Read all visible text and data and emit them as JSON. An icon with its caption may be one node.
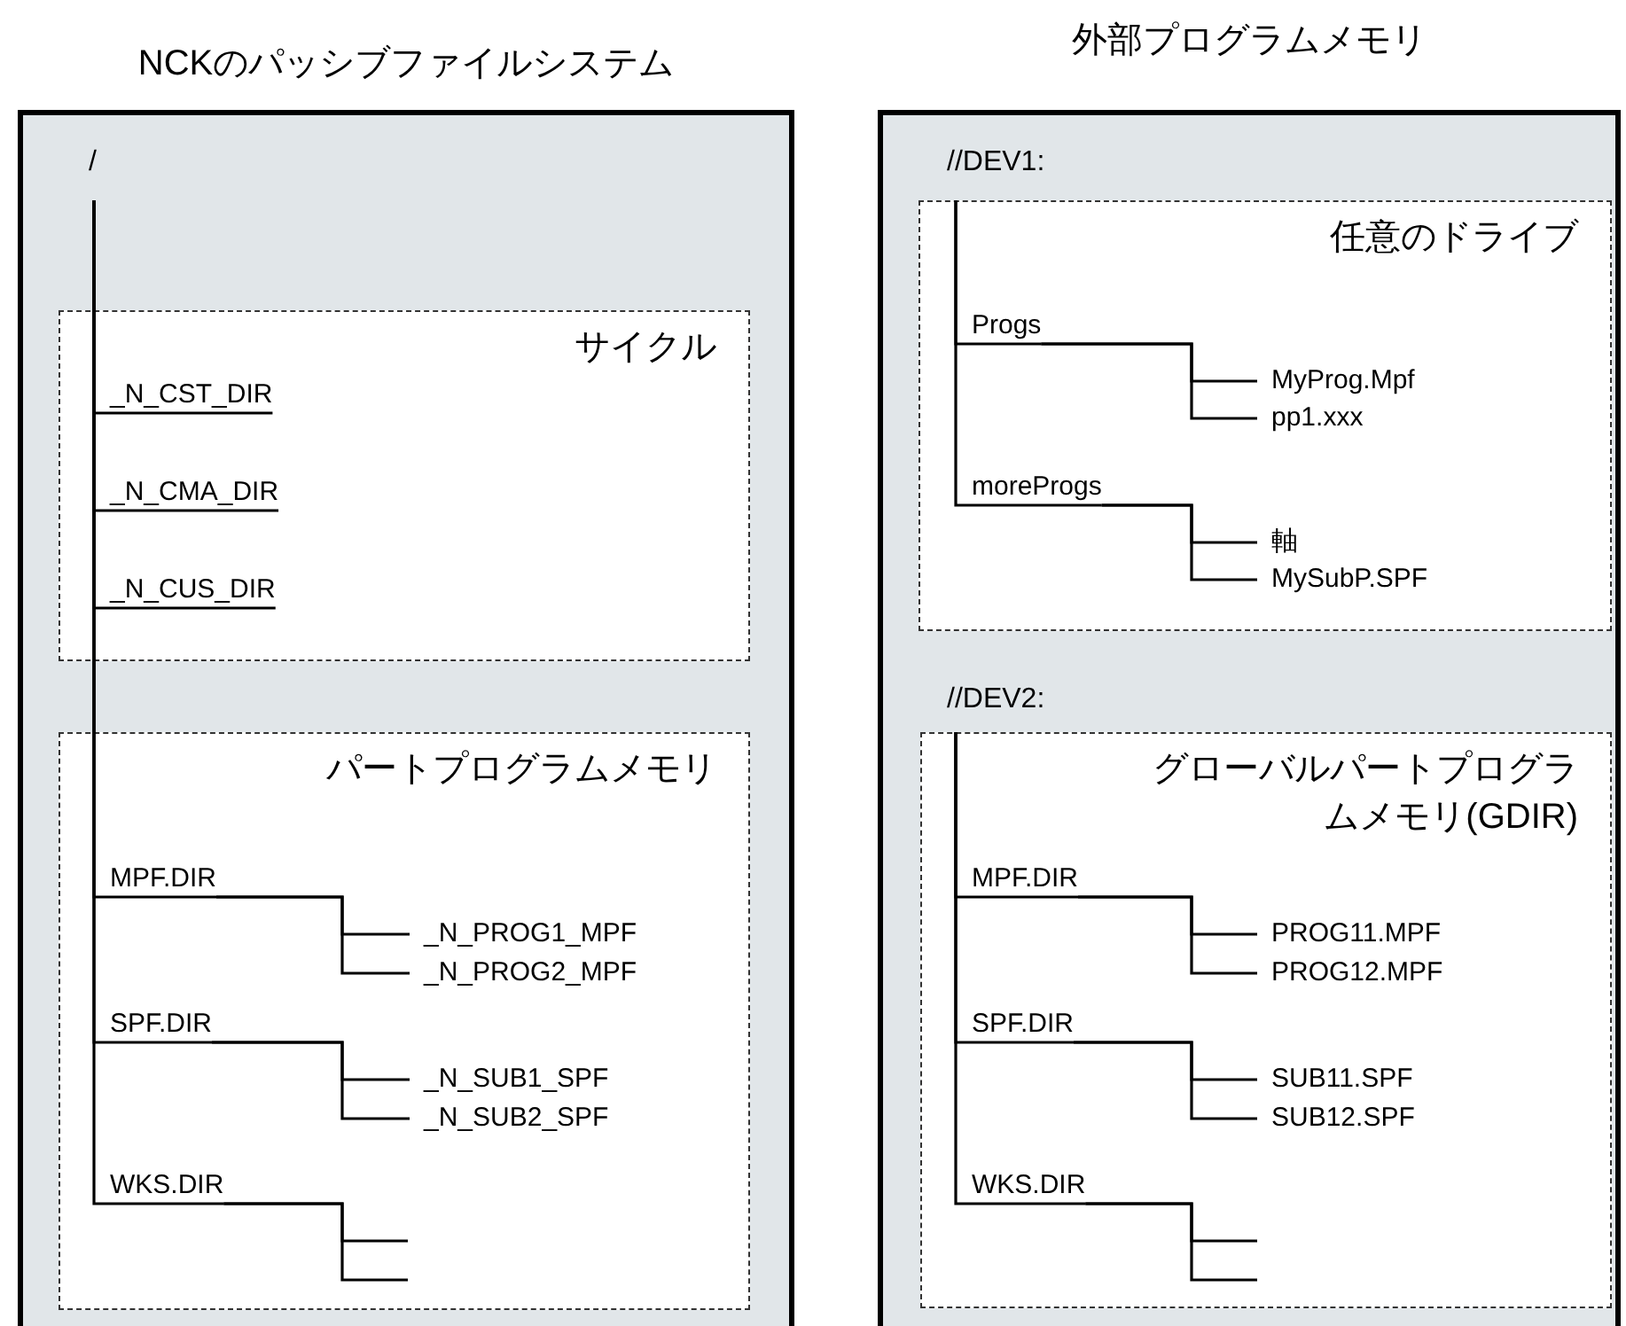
{
  "diagram": {
    "nodes": [
      {
        "text": [
          "NCKのパッシブファイルシステム"
        ]
      },
      {
        "text": [
          "/"
        ],
        "in": 0
      },
      {
        "text": [
          "サイクル"
        ],
        "in": 0
      },
      {
        "text": [
          "_N_CST_DIR"
        ],
        "in": 2
      },
      {
        "text": [
          "_N_CMA_DIR"
        ],
        "in": 2
      },
      {
        "text": [
          "_N_CUS_DIR"
        ],
        "in": 2
      },
      {
        "text": [
          "パートプログラムメモリ"
        ],
        "in": 0
      },
      {
        "text": [
          "MPF.DIR"
        ],
        "in": 6
      },
      {
        "text": [
          "_N_PROG1_MPF"
        ],
        "in": 6
      },
      {
        "text": [
          "_N_PROG2_MPF"
        ],
        "in": 6
      },
      {
        "text": [
          "SPF.DIR"
        ],
        "in": 6
      },
      {
        "text": [
          "_N_SUB1_SPF"
        ],
        "in": 6
      },
      {
        "text": [
          "_N_SUB2_SPF"
        ],
        "in": 6
      },
      {
        "text": [
          "WKS.DIR"
        ],
        "in": 6
      },
      {
        "text": [
          "外部プログラムメモリ"
        ]
      },
      {
        "text": [
          "//DEV1:"
        ],
        "in": 14
      },
      {
        "text": [
          "任意のドライブ"
        ],
        "in": 14
      },
      {
        "text": [
          "Progs"
        ],
        "in": 16
      },
      {
        "text": [
          "MyProg.Mpf"
        ],
        "in": 16
      },
      {
        "text": [
          "pp1.xxx"
        ],
        "in": 16
      },
      {
        "text": [
          "moreProgs"
        ],
        "in": 16
      },
      {
        "text": [
          "軸"
        ],
        "in": 16
      },
      {
        "text": [
          "MySubP.SPF"
        ],
        "in": 16
      },
      {
        "text": [
          "//DEV2:"
        ],
        "in": 14
      },
      {
        "text": [
          "グローバルパートプログラムメモリ(GDIR)"
        ],
        "in": 14
      },
      {
        "text": [
          "MPF.DIR"
        ],
        "in": 24
      },
      {
        "text": [
          "PROG11.MPF"
        ],
        "in": 24
      },
      {
        "text": [
          "PROG12.MPF"
        ],
        "in": 24
      },
      {
        "text": [
          "SPF.DIR"
        ],
        "in": 24
      },
      {
        "text": [
          "SUB11.SPF"
        ],
        "in": 24
      },
      {
        "text": [
          "SUB12.SPF"
        ],
        "in": 24
      },
      {
        "text": [
          "WKS.DIR"
        ],
        "in": 24
      }
    ],
    "edges": [
      {
        "from": 1,
        "to": 3,
        "arrow": "none"
      },
      {
        "from": 1,
        "to": 4,
        "arrow": "none"
      },
      {
        "from": 1,
        "to": 5,
        "arrow": "none"
      },
      {
        "from": 1,
        "to": 7,
        "arrow": "none"
      },
      {
        "from": 1,
        "to": 10,
        "arrow": "none"
      },
      {
        "from": 1,
        "to": 13,
        "arrow": "none"
      },
      {
        "from": 7,
        "to": 8,
        "arrow": "none"
      },
      {
        "from": 7,
        "to": 9,
        "arrow": "none"
      },
      {
        "from": 10,
        "to": 11,
        "arrow": "none"
      },
      {
        "from": 10,
        "to": 12,
        "arrow": "none"
      },
      {
        "from": 13,
        "to": null,
        "arrow": "none"
      },
      {
        "from": 13,
        "to": null,
        "arrow": "none"
      },
      {
        "from": 15,
        "to": 17,
        "arrow": "none"
      },
      {
        "from": 15,
        "to": 20,
        "arrow": "none"
      },
      {
        "from": 17,
        "to": 18,
        "arrow": "none"
      },
      {
        "from": 17,
        "to": 19,
        "arrow": "none"
      },
      {
        "from": 20,
        "to": 21,
        "arrow": "none"
      },
      {
        "from": 20,
        "to": 22,
        "arrow": "none"
      },
      {
        "from": 23,
        "to": 25,
        "arrow": "none"
      },
      {
        "from": 23,
        "to": 28,
        "arrow": "none"
      },
      {
        "from": 23,
        "to": 31,
        "arrow": "none"
      },
      {
        "from": 25,
        "to": 26,
        "arrow": "none"
      },
      {
        "from": 25,
        "to": 27,
        "arrow": "none"
      },
      {
        "from": 28,
        "to": 29,
        "arrow": "none"
      },
      {
        "from": 28,
        "to": 30,
        "arrow": "none"
      },
      {
        "from": 31,
        "to": null,
        "arrow": "none"
      },
      {
        "from": 31,
        "to": null,
        "arrow": "none"
      }
    ]
  }
}
